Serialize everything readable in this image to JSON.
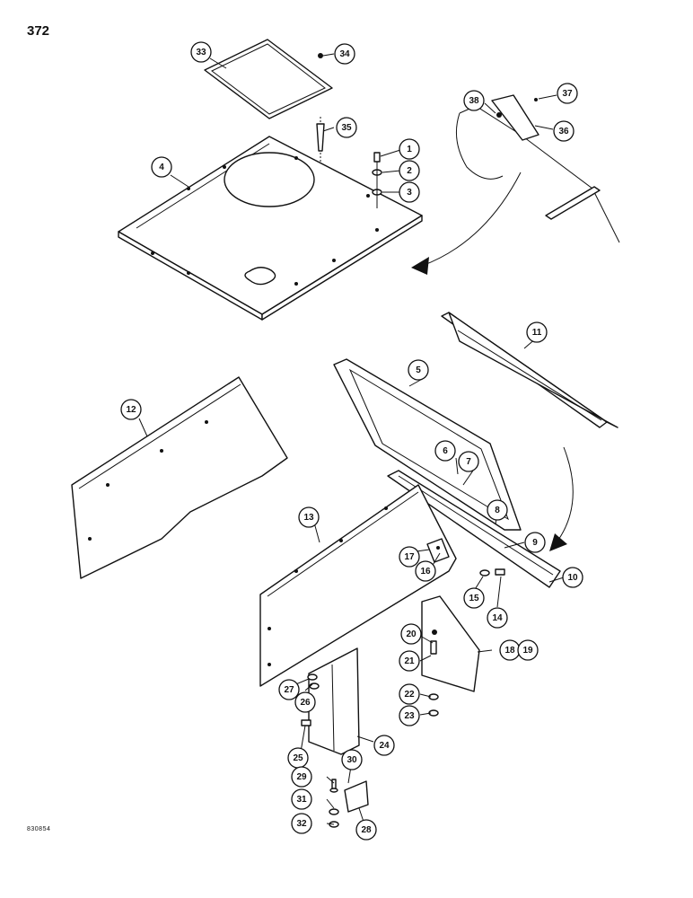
{
  "page": {
    "number": "372",
    "figure_code": "830854"
  },
  "callouts": [
    {
      "label": "1"
    },
    {
      "label": "2"
    },
    {
      "label": "3"
    },
    {
      "label": "4"
    },
    {
      "label": "5"
    },
    {
      "label": "6"
    },
    {
      "label": "7"
    },
    {
      "label": "8"
    },
    {
      "label": "9"
    },
    {
      "label": "10"
    },
    {
      "label": "11"
    },
    {
      "label": "12"
    },
    {
      "label": "13"
    },
    {
      "label": "14"
    },
    {
      "label": "15"
    },
    {
      "label": "16"
    },
    {
      "label": "17"
    },
    {
      "label": "18"
    },
    {
      "label": "19"
    },
    {
      "label": "20"
    },
    {
      "label": "21"
    },
    {
      "label": "22"
    },
    {
      "label": "23"
    },
    {
      "label": "24"
    },
    {
      "label": "25"
    },
    {
      "label": "26"
    },
    {
      "label": "27"
    },
    {
      "label": "28"
    },
    {
      "label": "29"
    },
    {
      "label": "30"
    },
    {
      "label": "31"
    },
    {
      "label": "32"
    },
    {
      "label": "33"
    },
    {
      "label": "34"
    },
    {
      "label": "35"
    },
    {
      "label": "36"
    },
    {
      "label": "37"
    },
    {
      "label": "38"
    }
  ]
}
